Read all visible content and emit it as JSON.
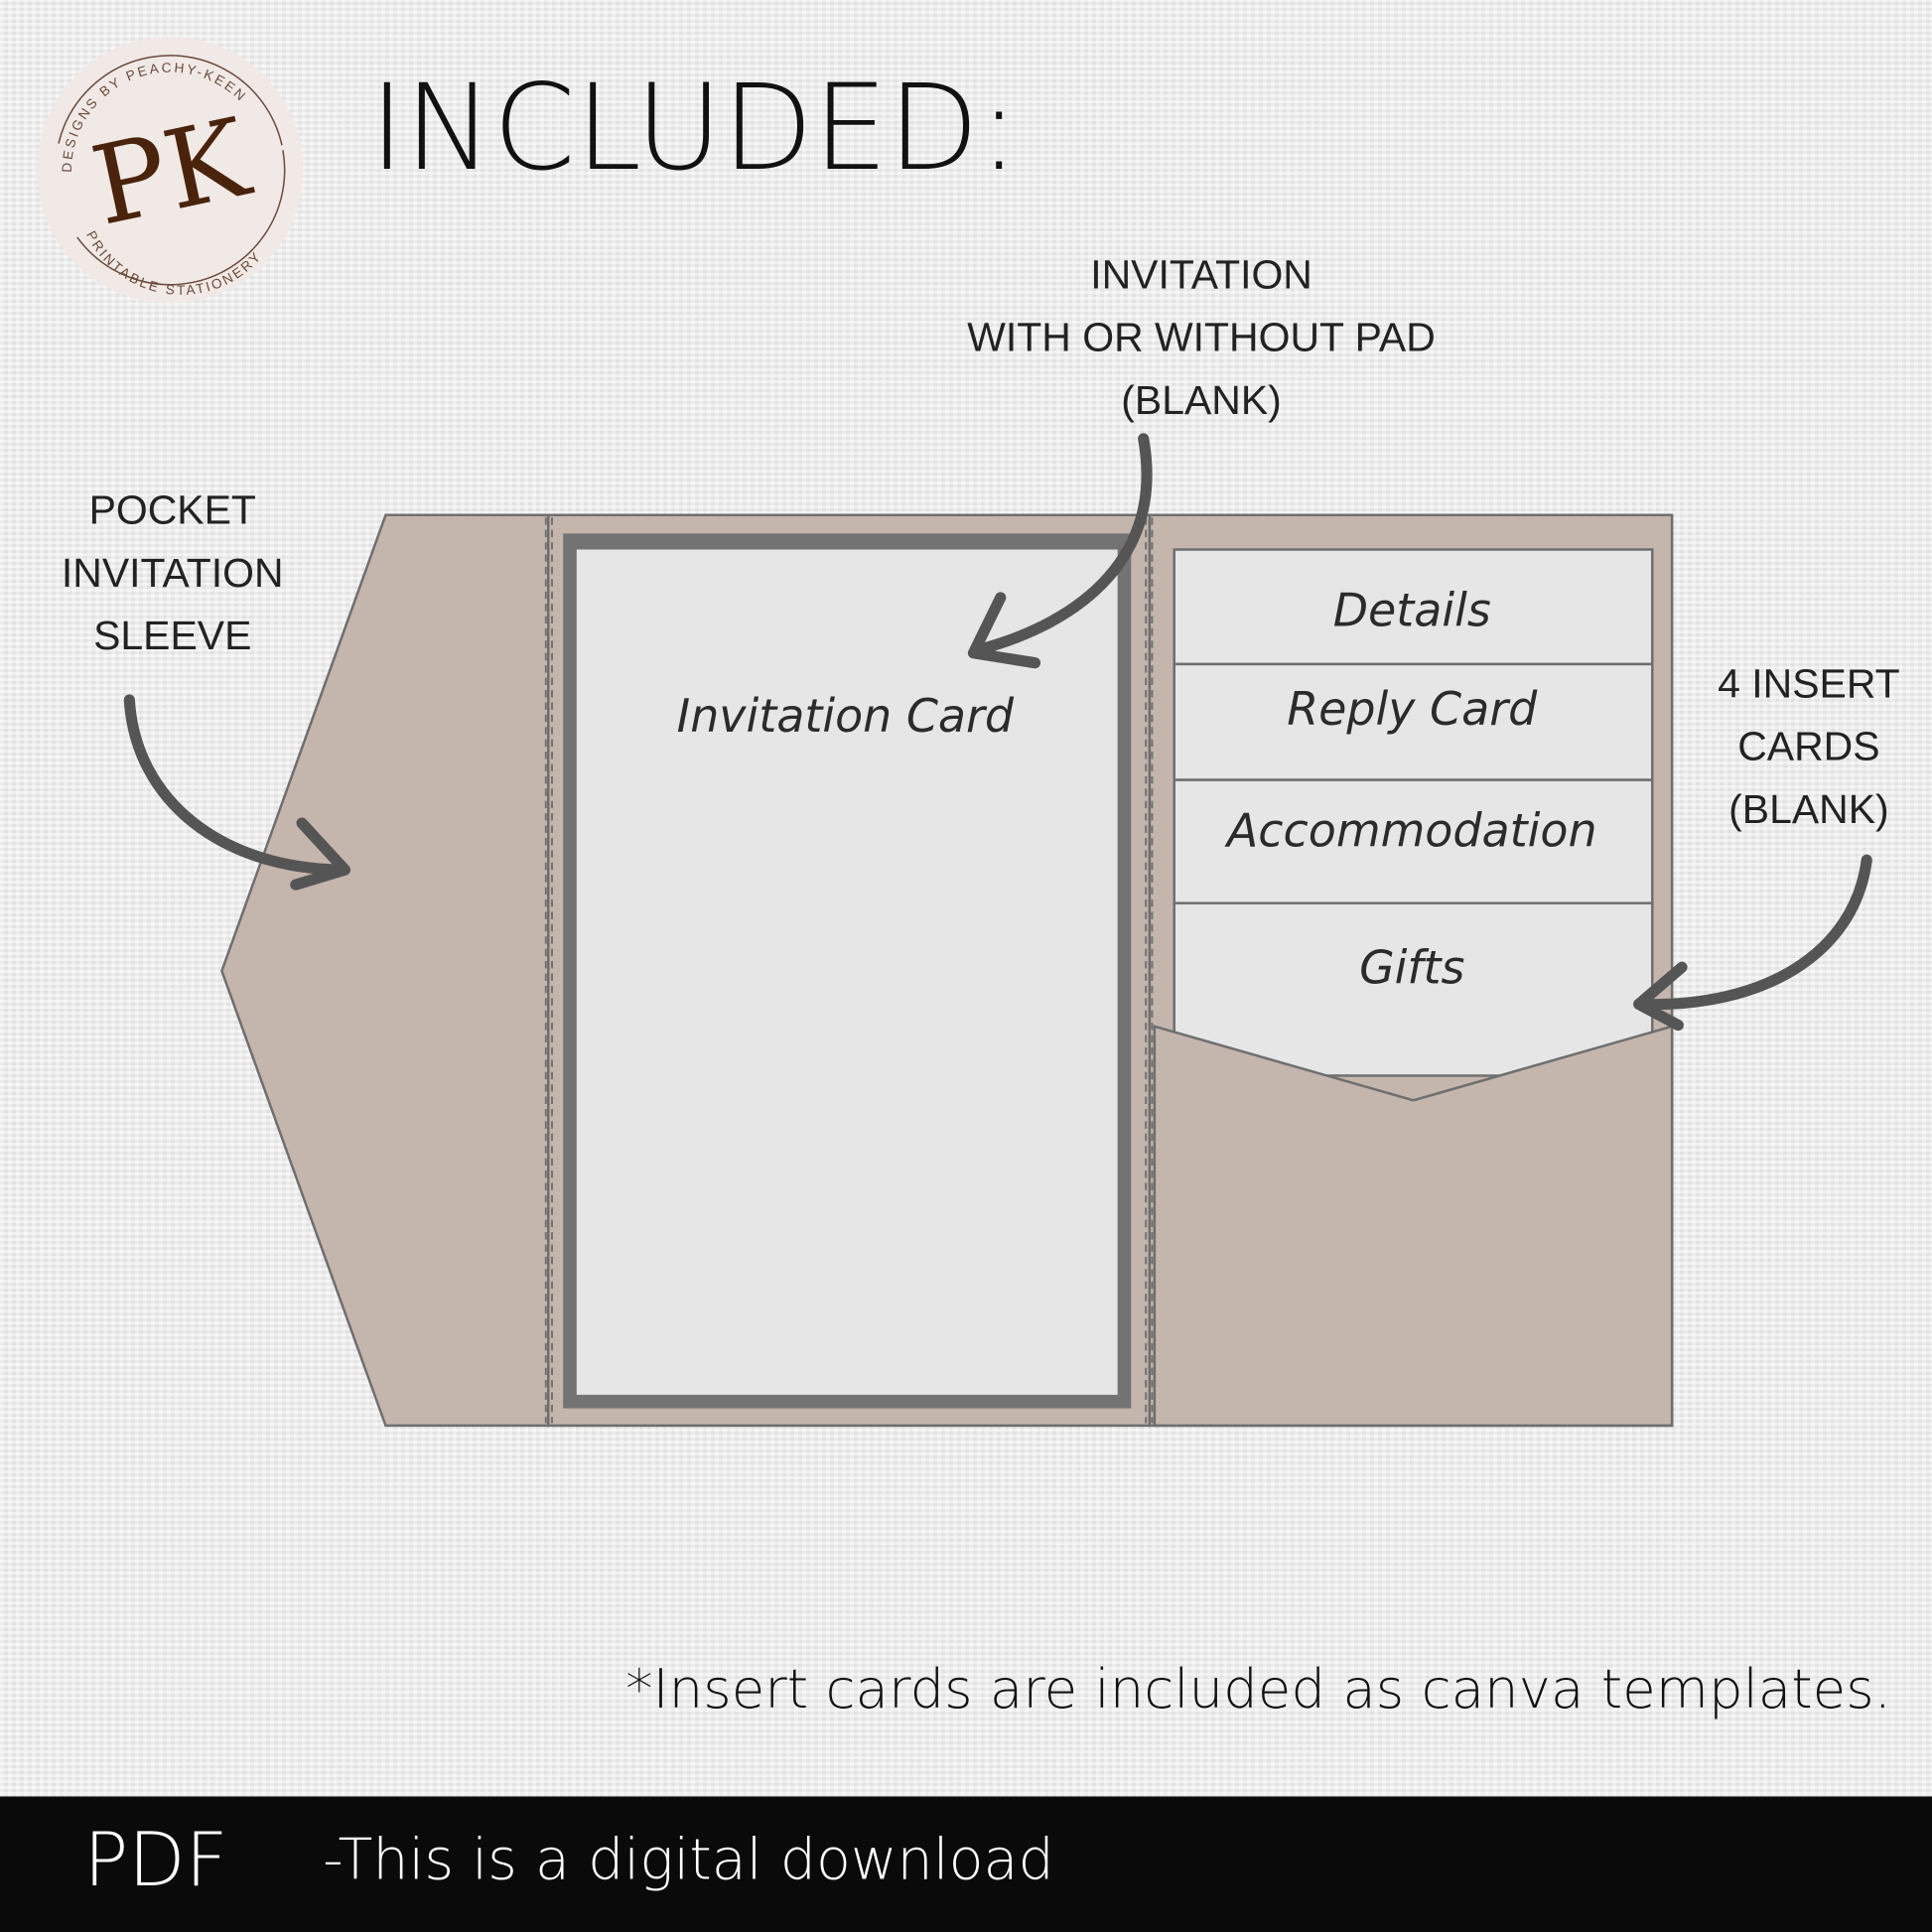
{
  "logo": {
    "monogram": "PK",
    "top_text": "DESIGNS BY PEACHY-KEEN",
    "bottom_text": "PRINTABLE STATIONERY"
  },
  "title": "INCLUDED:",
  "labels": {
    "invitation": [
      "INVITATION",
      "WITH OR WITHOUT PAD",
      "(BLANK)"
    ],
    "sleeve": [
      "POCKET",
      "INVITATION",
      "SLEEVE"
    ],
    "inserts": [
      "4 INSERT",
      "CARDS",
      "(BLANK)"
    ]
  },
  "invitation_card": "Invitation Card",
  "insert_cards": [
    "Details",
    "Reply Card",
    "Accommodation",
    "Gifts"
  ],
  "footnote": "*Insert cards are included as canva templates.",
  "footer": {
    "format": "PDF",
    "note": "-This is a digital download"
  },
  "colors": {
    "sleeve": "#c4b5ad",
    "card": "#e6e6e6",
    "frame": "#737373",
    "outline": "#6e6e6e",
    "footer": "#0a0a0a",
    "logo_brown": "#4a230c",
    "logo_bg": "#f1e9e6"
  }
}
